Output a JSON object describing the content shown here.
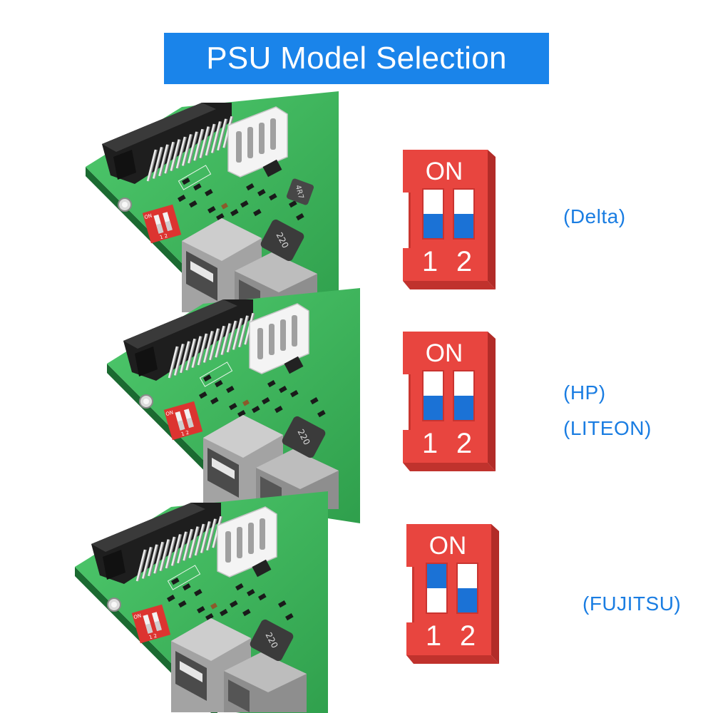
{
  "title": "PSU Model Selection",
  "colors": {
    "banner": "#1a84ea",
    "title_text": "#ffffff",
    "brand_text": "#1a7de2",
    "switch_body": "#e8453f",
    "switch_slider": "#1b72d6",
    "pcb_green": "#2f9f4c"
  },
  "rows": [
    {
      "brands": [
        "(Delta)"
      ],
      "dip": {
        "label": "ON",
        "switches": [
          {
            "number": "1",
            "on": false
          },
          {
            "number": "2",
            "on": false
          }
        ]
      },
      "pcb": {
        "dip_label": "ON",
        "dip_numbers": "1 2",
        "inductor_a": "220",
        "inductor_b": "4R7"
      }
    },
    {
      "brands": [
        "(HP)",
        "(LITEON)"
      ],
      "dip": {
        "label": "ON",
        "switches": [
          {
            "number": "1",
            "on": false
          },
          {
            "number": "2",
            "on": false
          }
        ]
      },
      "pcb": {
        "dip_label": "ON",
        "dip_numbers": "1 2",
        "inductor_a": "220"
      }
    },
    {
      "brands": [
        "(FUJITSU)"
      ],
      "dip": {
        "label": "ON",
        "switches": [
          {
            "number": "1",
            "on": true
          },
          {
            "number": "2",
            "on": false
          }
        ]
      },
      "pcb": {
        "dip_label": "ON",
        "dip_numbers": "1 2",
        "inductor_a": "220"
      }
    }
  ]
}
